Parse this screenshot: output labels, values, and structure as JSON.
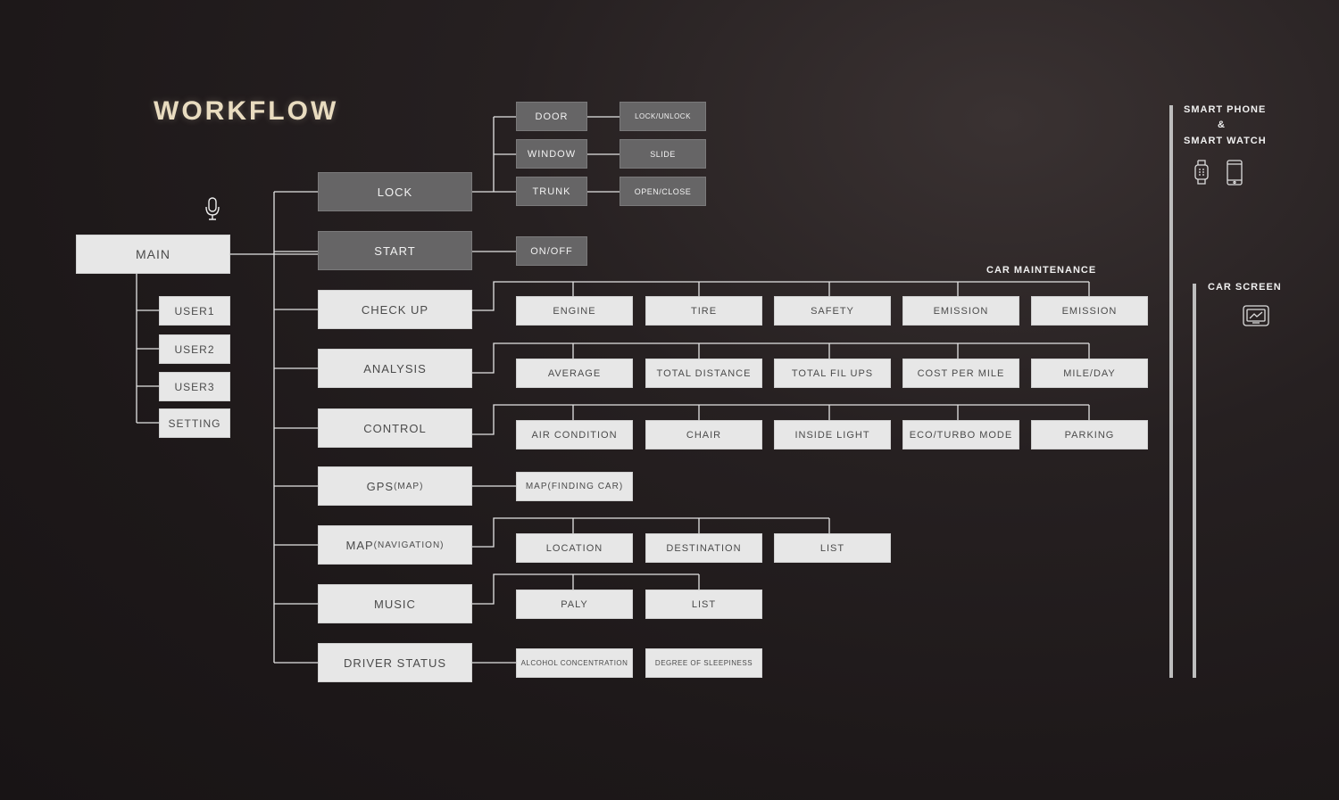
{
  "title": "WORKFLOW",
  "main": "MAIN",
  "users": [
    "USER1",
    "USER2",
    "USER3",
    "SETTING"
  ],
  "lock": {
    "label": "LOCK",
    "items": [
      "DOOR",
      "WINDOW",
      "TRUNK"
    ],
    "actions": [
      "LOCK/UNLOCK",
      "SLIDE",
      "OPEN/CLOSE"
    ]
  },
  "start": {
    "label": "START",
    "item": "ON/OFF"
  },
  "checkup": {
    "label": "CHECK UP",
    "group_label": "CAR MAINTENANCE",
    "items": [
      "ENGINE",
      "TIRE",
      "SAFETY",
      "EMISSION",
      "EMISSION"
    ]
  },
  "analysis": {
    "label": "ANALYSIS",
    "items": [
      "AVERAGE",
      "TOTAL DISTANCE",
      "TOTAL FIL UPS",
      "COST PER MILE",
      "MILE/DAY"
    ]
  },
  "control": {
    "label": "CONTROL",
    "items": [
      "AIR CONDITION",
      "CHAIR",
      "INSIDE LIGHT",
      "ECO/TURBO MODE",
      "PARKING"
    ]
  },
  "gps": {
    "label_main": "GPS",
    "label_sub": "(MAP)",
    "item": "MAP(FINDING CAR)"
  },
  "mapnav": {
    "label_main": "MAP",
    "label_sub": "(NAVIGATION)",
    "items": [
      "LOCATION",
      "DESTINATION",
      "LIST"
    ]
  },
  "music": {
    "label": "MUSIC",
    "items": [
      "PALY",
      "LIST"
    ]
  },
  "driver": {
    "label": "DRIVER STATUS",
    "items": [
      "ALCOHOL CONCENTRATION",
      "DEGREE OF SLEEPINESS"
    ]
  },
  "devices": {
    "phone_line1": "SMART PHONE",
    "phone_line2": "&",
    "phone_line3": "SMART WATCH",
    "car_screen": "CAR SCREEN"
  },
  "icons": [
    "microphone-icon",
    "smartwatch-icon",
    "smartphone-icon",
    "car-screen-icon"
  ]
}
